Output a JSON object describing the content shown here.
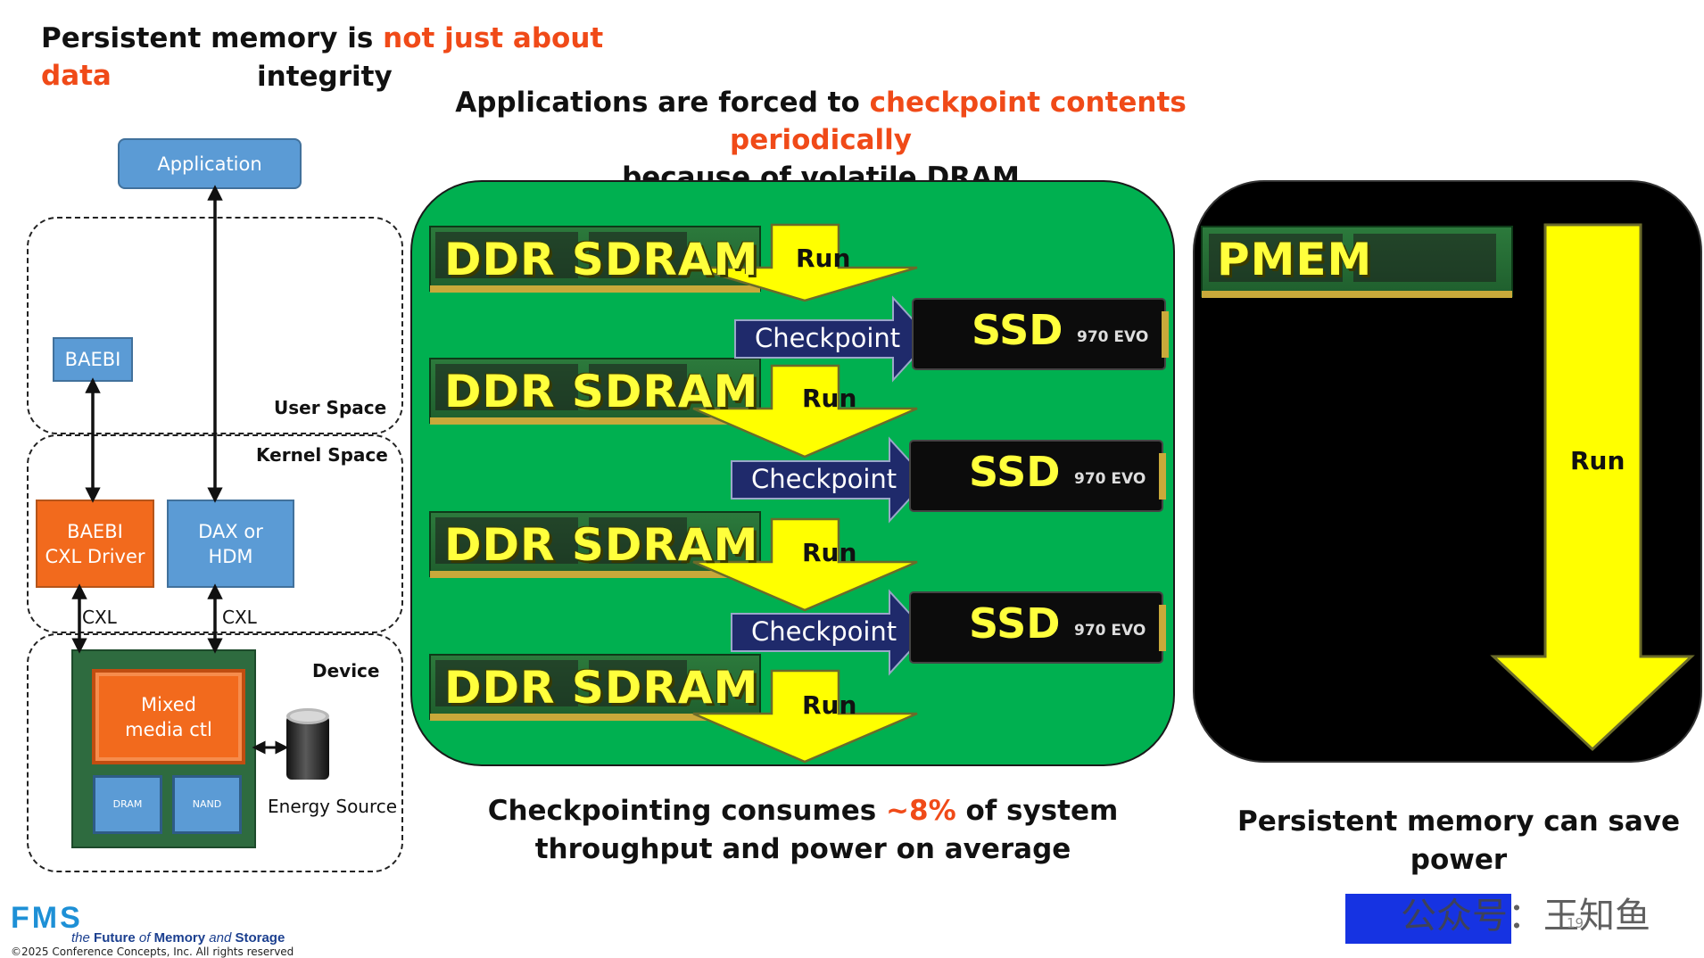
{
  "heading_left": {
    "part1": "Persistent memory is ",
    "part2": "not just about data",
    "part3": "integrity"
  },
  "heading_center": {
    "part1": "Applications are forced to ",
    "part2": "checkpoint contents periodically",
    "line2": "because of volatile DRAM"
  },
  "stack": {
    "application": "Application",
    "baebi": "BAEBI",
    "user_space": "User Space",
    "kernel_space": "Kernel Space",
    "baebi_driver": "BAEBI\nCXL Driver",
    "dax": "DAX or\nHDM",
    "cxl_left": "CXL",
    "cxl_right": "CXL",
    "device": "Device",
    "mixed_media": "Mixed\nmedia ctl",
    "dram": "DRAM",
    "nand": "NAND",
    "energy_source": "Energy Source"
  },
  "volatile_panel": {
    "ddr_labels": [
      "DDR SDRAM",
      "DDR SDRAM",
      "DDR SDRAM",
      "DDR SDRAM"
    ],
    "run_labels": [
      "Run",
      "Run",
      "Run",
      "Run"
    ],
    "checkpoint_labels": [
      "Checkpoint",
      "Checkpoint",
      "Checkpoint"
    ],
    "ssd_labels": [
      "SSD",
      "SSD",
      "SSD"
    ],
    "ssd_model": "970 EVO",
    "colors": {
      "panel": "#00b050",
      "arrow": "#ffff00",
      "checkpoint_arrow": "#1f2a6b"
    }
  },
  "pmem_panel": {
    "pmem_label": "PMEM",
    "run_label": "Run",
    "colors": {
      "panel": "#000000",
      "arrow": "#ffff00"
    }
  },
  "bottom_center": {
    "part1": "Checkpointing consumes ",
    "part2": "~8%",
    "part3": " of system",
    "line2": "throughput and power on average"
  },
  "bottom_right": "Persistent memory can save power",
  "footer": {
    "logo_text": "FMS",
    "tagline_1": "the ",
    "tagline_2": "Future",
    "tagline_3": " of ",
    "tagline_4": "Memory",
    "tagline_5": " and ",
    "tagline_6": "Storage",
    "copyright": "©2025 Conference Concepts, Inc.  All rights reserved",
    "watermark": "公众号：王知鱼",
    "page_number": "19"
  }
}
